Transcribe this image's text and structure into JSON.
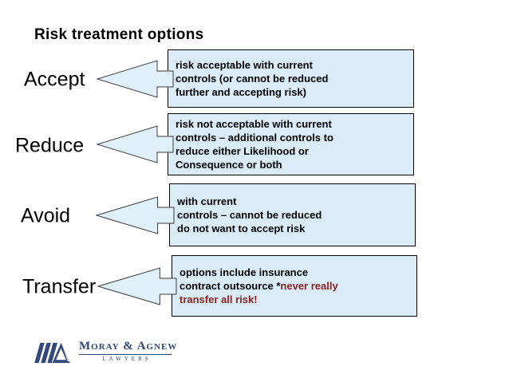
{
  "title": "Risk treatment options",
  "colors": {
    "box_fill": "#d9ecf8",
    "arrow_fill": "#e0f0fb",
    "box_border": "#000000",
    "accent_red": "#8e1e1e",
    "logo_navy": "#2e4677",
    "text": "#000000"
  },
  "options": [
    {
      "label": "Accept",
      "lines": [
        [
          {
            "text": "risk acceptable with current"
          }
        ],
        [
          {
            "text": "controls (or cannot be reduced"
          }
        ],
        [
          {
            "text": "further and accepting risk)"
          }
        ]
      ]
    },
    {
      "label": "Reduce",
      "lines": [
        [
          {
            "text": "risk not acceptable with current"
          }
        ],
        [
          {
            "text": "controls – additional controls to"
          }
        ],
        [
          {
            "text": "reduce either Likelihood or"
          }
        ],
        [
          {
            "text": "Consequence or both"
          }
        ]
      ]
    },
    {
      "label": "Avoid",
      "lines": [
        [
          {
            "text": "with current"
          }
        ],
        [
          {
            "text": "controls – cannot be reduced"
          }
        ],
        [
          {
            "text": "do not want to accept risk"
          }
        ]
      ]
    },
    {
      "label": "Transfer",
      "lines": [
        [
          {
            "text": "options include insurance"
          }
        ],
        [
          {
            "text": "contract outsource *"
          },
          {
            "text": "never really",
            "red": true
          }
        ],
        [
          {
            "text": "transfer all risk!",
            "red": true
          }
        ]
      ]
    }
  ],
  "logo": {
    "name": "Moray & Agnew",
    "tagline": "LAWYERS"
  }
}
